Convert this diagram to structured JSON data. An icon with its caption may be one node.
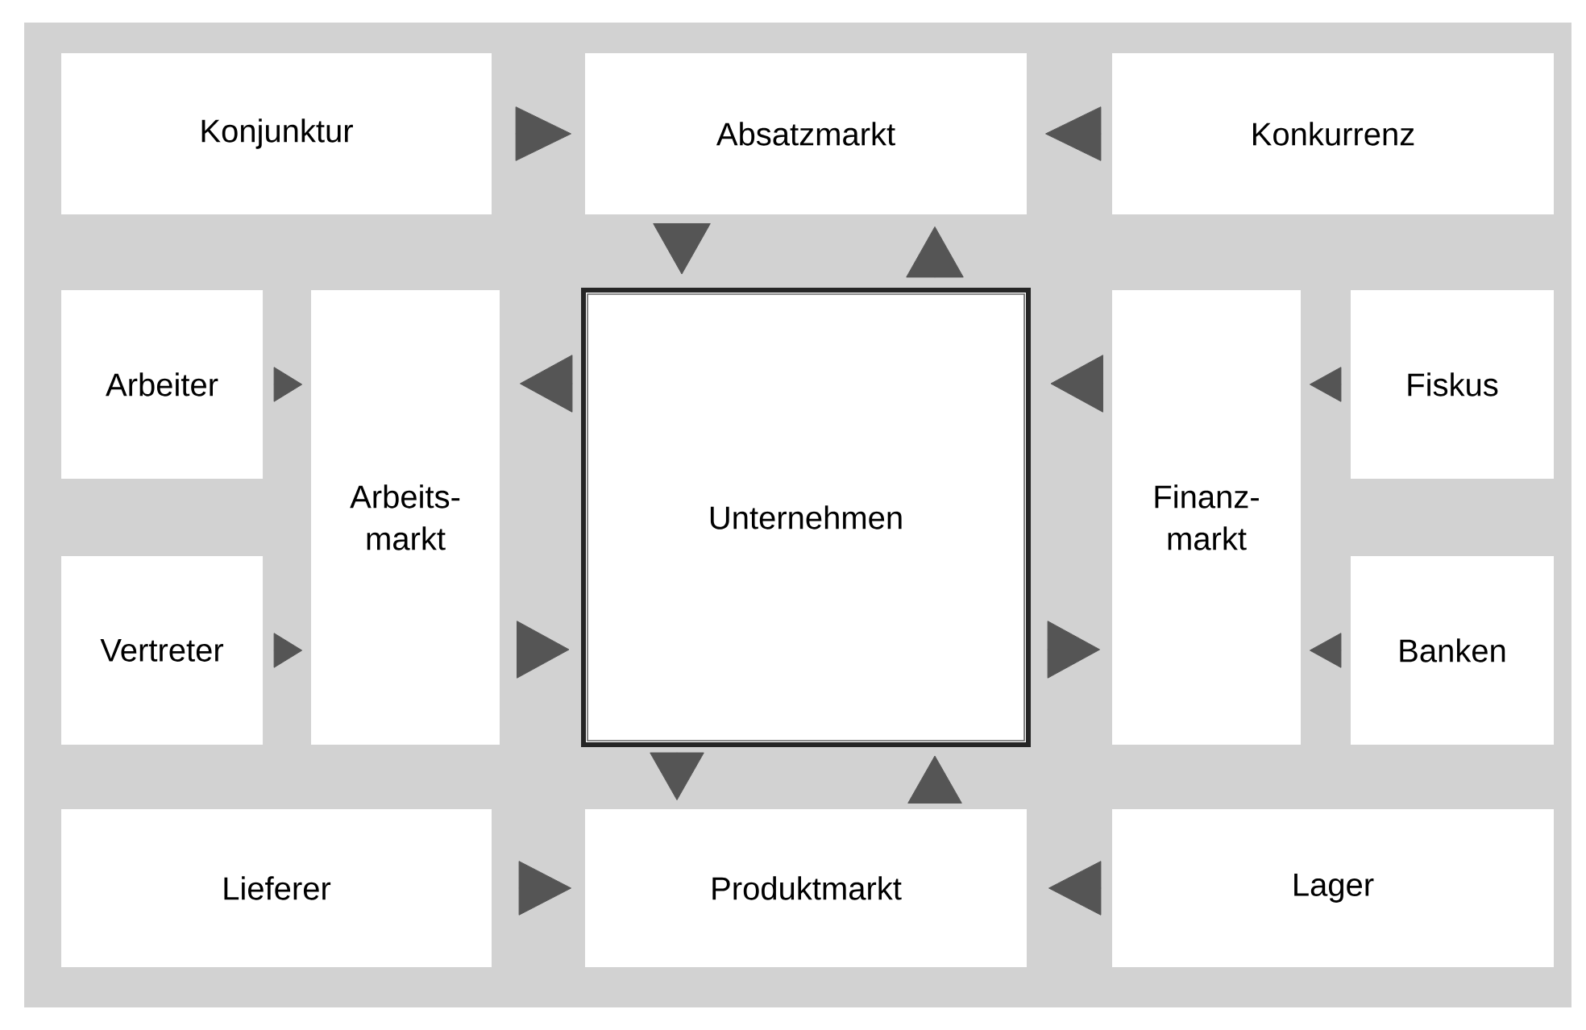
{
  "diagram": {
    "nodes": [
      {
        "text": [
          "Konjunktur"
        ]
      },
      {
        "text": [
          "Absatzmarkt"
        ]
      },
      {
        "text": [
          "Konkurrenz"
        ]
      },
      {
        "text": [
          "Arbeiter"
        ]
      },
      {
        "text": [
          "Arbeits- markt"
        ]
      },
      {
        "text": [
          "Unternehmen"
        ]
      },
      {
        "text": [
          "Finanz- markt"
        ]
      },
      {
        "text": [
          "Fiskus"
        ]
      },
      {
        "text": [
          "Vertreter"
        ]
      },
      {
        "text": [
          "Banken"
        ]
      },
      {
        "text": [
          "Lieferer"
        ]
      },
      {
        "text": [
          "Produktmarkt"
        ]
      },
      {
        "text": [
          "Lager"
        ]
      }
    ],
    "edges": [
      {
        "from": 0,
        "to": 1,
        "arrow": "to"
      },
      {
        "from": 2,
        "to": 1,
        "arrow": "to"
      },
      {
        "from": 1,
        "to": 5,
        "arrow": "to"
      },
      {
        "from": 5,
        "to": 1,
        "arrow": "to"
      },
      {
        "from": 3,
        "to": 4,
        "arrow": "to"
      },
      {
        "from": 5,
        "to": 4,
        "arrow": "to"
      },
      {
        "from": 6,
        "to": 5,
        "arrow": "to"
      },
      {
        "from": 7,
        "to": 6,
        "arrow": "to"
      },
      {
        "from": 8,
        "to": 4,
        "arrow": "to"
      },
      {
        "from": 4,
        "to": 5,
        "arrow": "to"
      },
      {
        "from": 5,
        "to": 6,
        "arrow": "to"
      },
      {
        "from": 9,
        "to": 6,
        "arrow": "to"
      },
      {
        "from": 5,
        "to": 11,
        "arrow": "to"
      },
      {
        "from": 11,
        "to": 5,
        "arrow": "to"
      },
      {
        "from": 10,
        "to": 11,
        "arrow": "to"
      },
      {
        "from": 12,
        "to": 11,
        "arrow": "to"
      }
    ]
  }
}
